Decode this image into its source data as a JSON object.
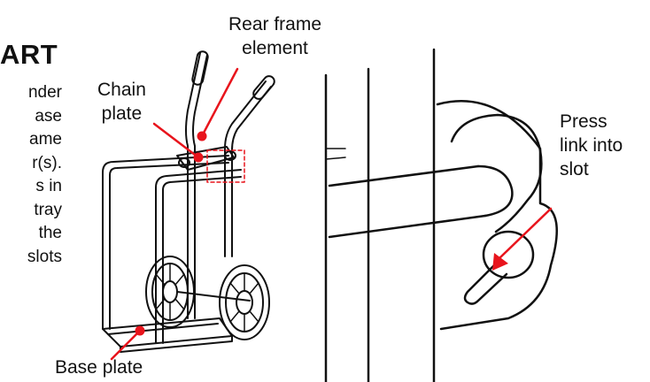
{
  "heading": "ART",
  "body_text": [
    "nder",
    "ase",
    "ame",
    "r(s).",
    "s in",
    "tray",
    "the",
    "slots"
  ],
  "callouts": {
    "rear_frame": [
      "Rear frame",
      "element"
    ],
    "chain_plate": [
      "Chain",
      "plate"
    ],
    "base_plate": [
      "Base plate"
    ],
    "press_link": [
      "Press",
      "link into",
      "slot"
    ]
  },
  "colors": {
    "line": "#111111",
    "accent": "#e8141c"
  }
}
